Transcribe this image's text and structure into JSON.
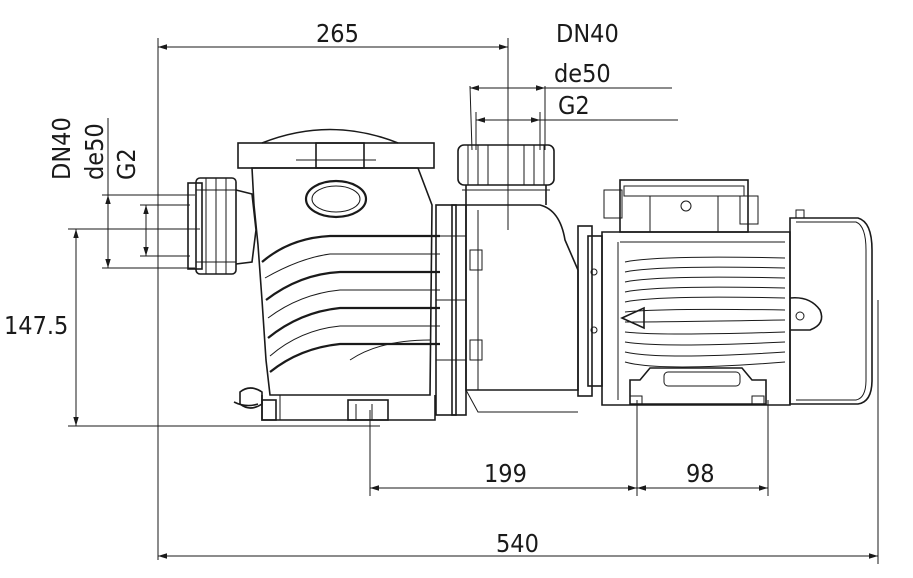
{
  "labels": {
    "total_length": "265",
    "outlet_dn": "DN40",
    "outlet_de": "de50",
    "outlet_thread": "G2",
    "inlet_dn": "DN40",
    "inlet_de": "de50",
    "inlet_thread": "G2",
    "height": "147.5",
    "feet_distance": "199",
    "motor_feet": "98",
    "overall_length": "540"
  }
}
